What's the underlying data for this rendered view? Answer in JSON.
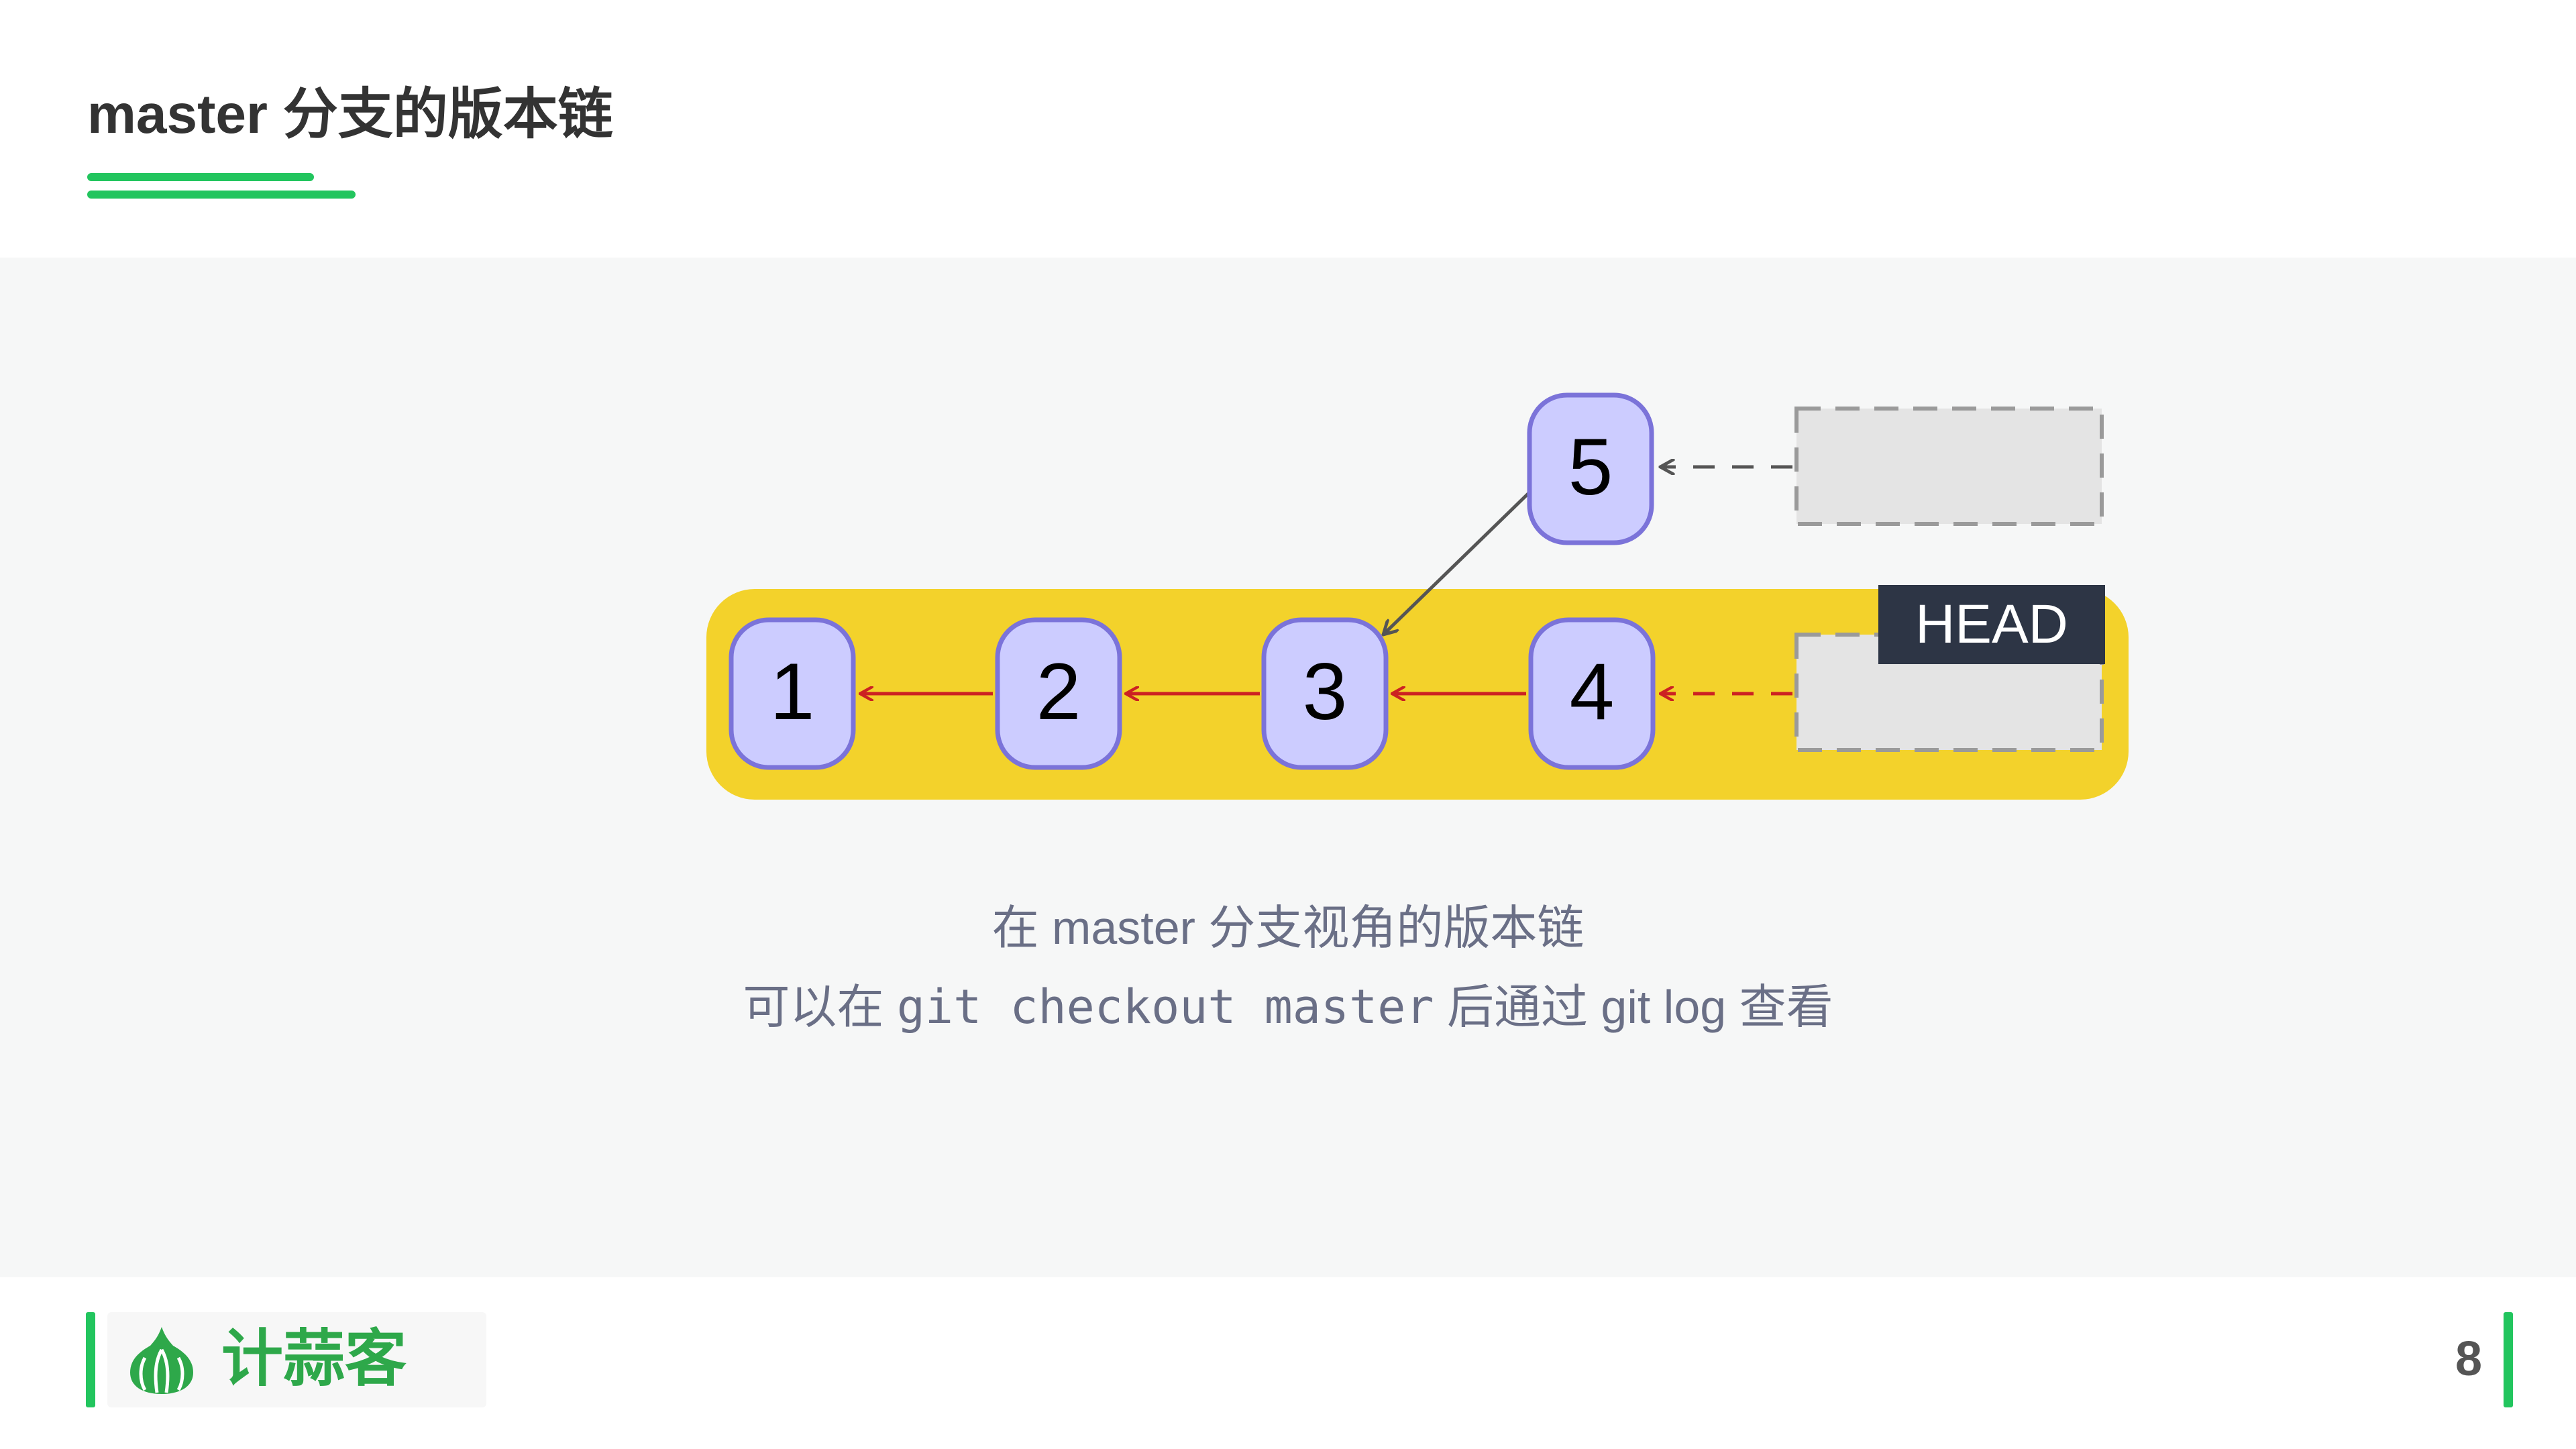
{
  "title": "master 分支的版本链",
  "diagram": {
    "commits": [
      "1",
      "2",
      "3",
      "4",
      "5"
    ],
    "head_label": "HEAD"
  },
  "caption": {
    "line1": "在 master 分支视角的版本链",
    "line2_prefix": "可以在 ",
    "line2_code": "git checkout master",
    "line2_suffix": " 后通过 git log 查看"
  },
  "footer": {
    "logo_text": "计蒜客",
    "page_number": "8"
  },
  "colors": {
    "accent": "#22c55e",
    "branch_band": "#f3d22b",
    "commit_fill": "#ccccff",
    "commit_border": "#7b73d9",
    "head_badge": "#2d3545",
    "arrow_red": "#cc2222",
    "arrow_gray": "#555555"
  }
}
